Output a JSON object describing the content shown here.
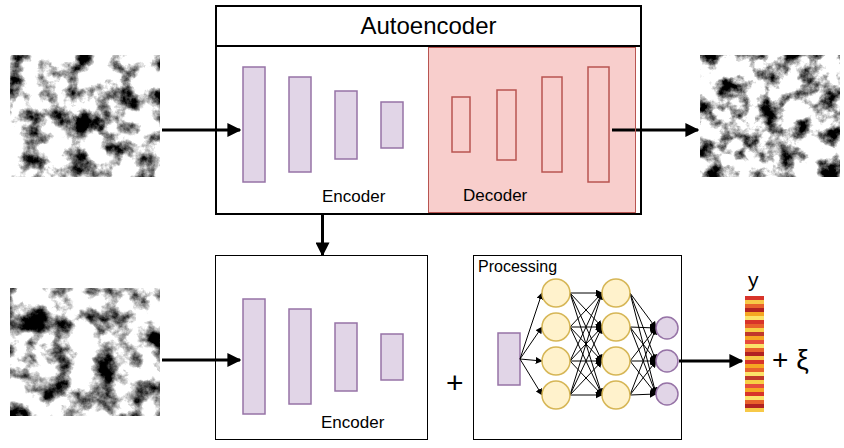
{
  "diagram": {
    "nodes": [
      {
        "text": [
          "Autoencoder"
        ]
      },
      {
        "text": [
          "Encoder"
        ],
        "in": 0
      },
      {
        "text": [
          "Decoder"
        ],
        "in": 0
      },
      {
        "text": [
          "Encoder"
        ]
      },
      {
        "text": [
          "Processing"
        ]
      }
    ],
    "edges": [
      {
        "from": 1,
        "to": 3,
        "arrow": "to"
      }
    ],
    "labels": [
      "+",
      "y",
      "+ ξ"
    ]
  }
}
